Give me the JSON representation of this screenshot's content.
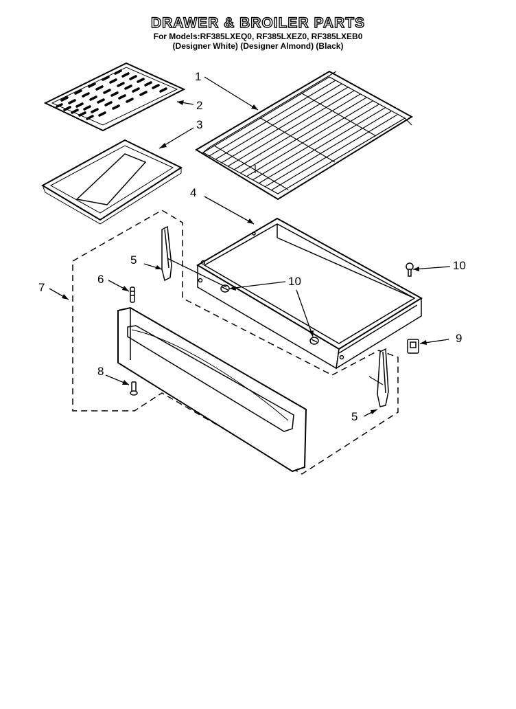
{
  "header": {
    "title": "DRAWER & BROILER PARTS",
    "models_line": "For Models:RF385LXEQ0, RF385LXEZ0, RF385LXEB0",
    "colors_line": "(Designer White) (Designer Almond)  (Black)"
  },
  "callouts": {
    "c1": "1",
    "c2": "2",
    "c3": "3",
    "c4": "4",
    "c5a": "5",
    "c5b": "5",
    "c6": "6",
    "c7": "7",
    "c8": "8",
    "c9": "9",
    "c10a": "10",
    "c10b": "10"
  }
}
